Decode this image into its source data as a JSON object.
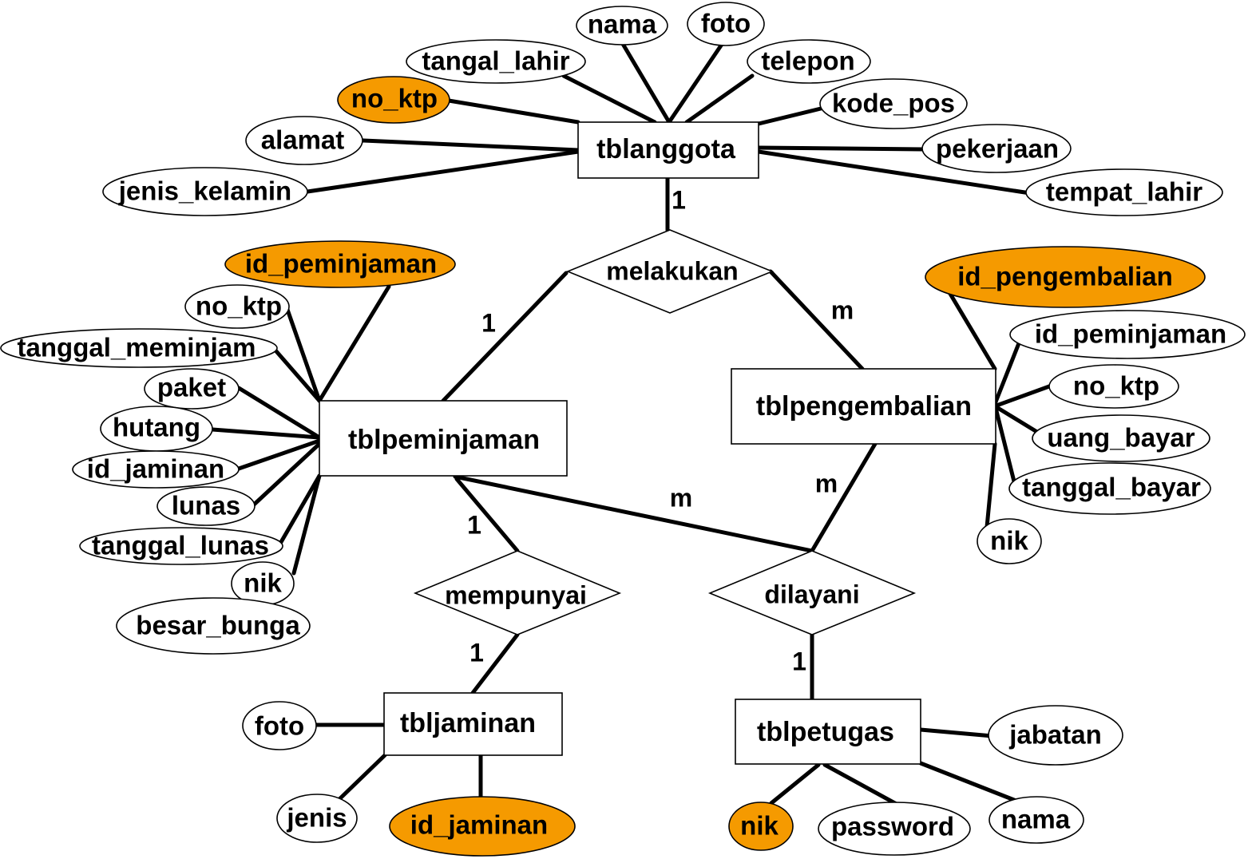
{
  "colors": {
    "key_fill": "#f59a00",
    "attr_fill": "#ffffff",
    "line": "#000000"
  },
  "entities": {
    "anggota": "tblanggota",
    "peminjaman": "tblpeminjaman",
    "pengembalian": "tblpengembalian",
    "jaminan": "tbljaminan",
    "petugas": "tblpetugas"
  },
  "relationships": {
    "melakukan": "melakukan",
    "mempunyai": "mempunyai",
    "dilayani": "dilayani"
  },
  "attributes": {
    "anggota": {
      "nama": "nama",
      "foto": "foto",
      "tangal_lahir": "tangal_lahir",
      "telepon": "telepon",
      "no_ktp": "no_ktp",
      "kode_pos": "kode_pos",
      "alamat": "alamat",
      "pekerjaan": "pekerjaan",
      "jenis_kelamin": "jenis_kelamin",
      "tempat_lahir": "tempat_lahir"
    },
    "peminjaman": {
      "id_peminjaman": "id_peminjaman",
      "no_ktp": "no_ktp",
      "tanggal_meminjam": "tanggal_meminjam",
      "paket": "paket",
      "hutang": "hutang",
      "id_jaminan": "id_jaminan",
      "lunas": "lunas",
      "tanggal_lunas": "tanggal_lunas",
      "nik": "nik",
      "besar_bunga": "besar_bunga"
    },
    "pengembalian": {
      "id_pengembalian": "id_pengembalian",
      "id_peminjaman": "id_peminjaman",
      "no_ktp": "no_ktp",
      "uang_bayar": "uang_bayar",
      "tanggal_bayar": "tanggal_bayar",
      "nik": "nik"
    },
    "jaminan": {
      "foto": "foto",
      "jenis": "jenis",
      "id_jaminan": "id_jaminan"
    },
    "petugas": {
      "jabatan": "jabatan",
      "nik": "nik",
      "password": "password",
      "nama": "nama"
    }
  },
  "cardinalities": {
    "anggota_melakukan": "1",
    "peminjaman_melakukan": "1",
    "pengembalian_melakukan": "m",
    "peminjaman_dilayani": "m",
    "pengembalian_dilayani": "m",
    "peminjaman_mempunyai": "1",
    "jaminan_mempunyai": "1",
    "petugas_dilayani": "1"
  }
}
